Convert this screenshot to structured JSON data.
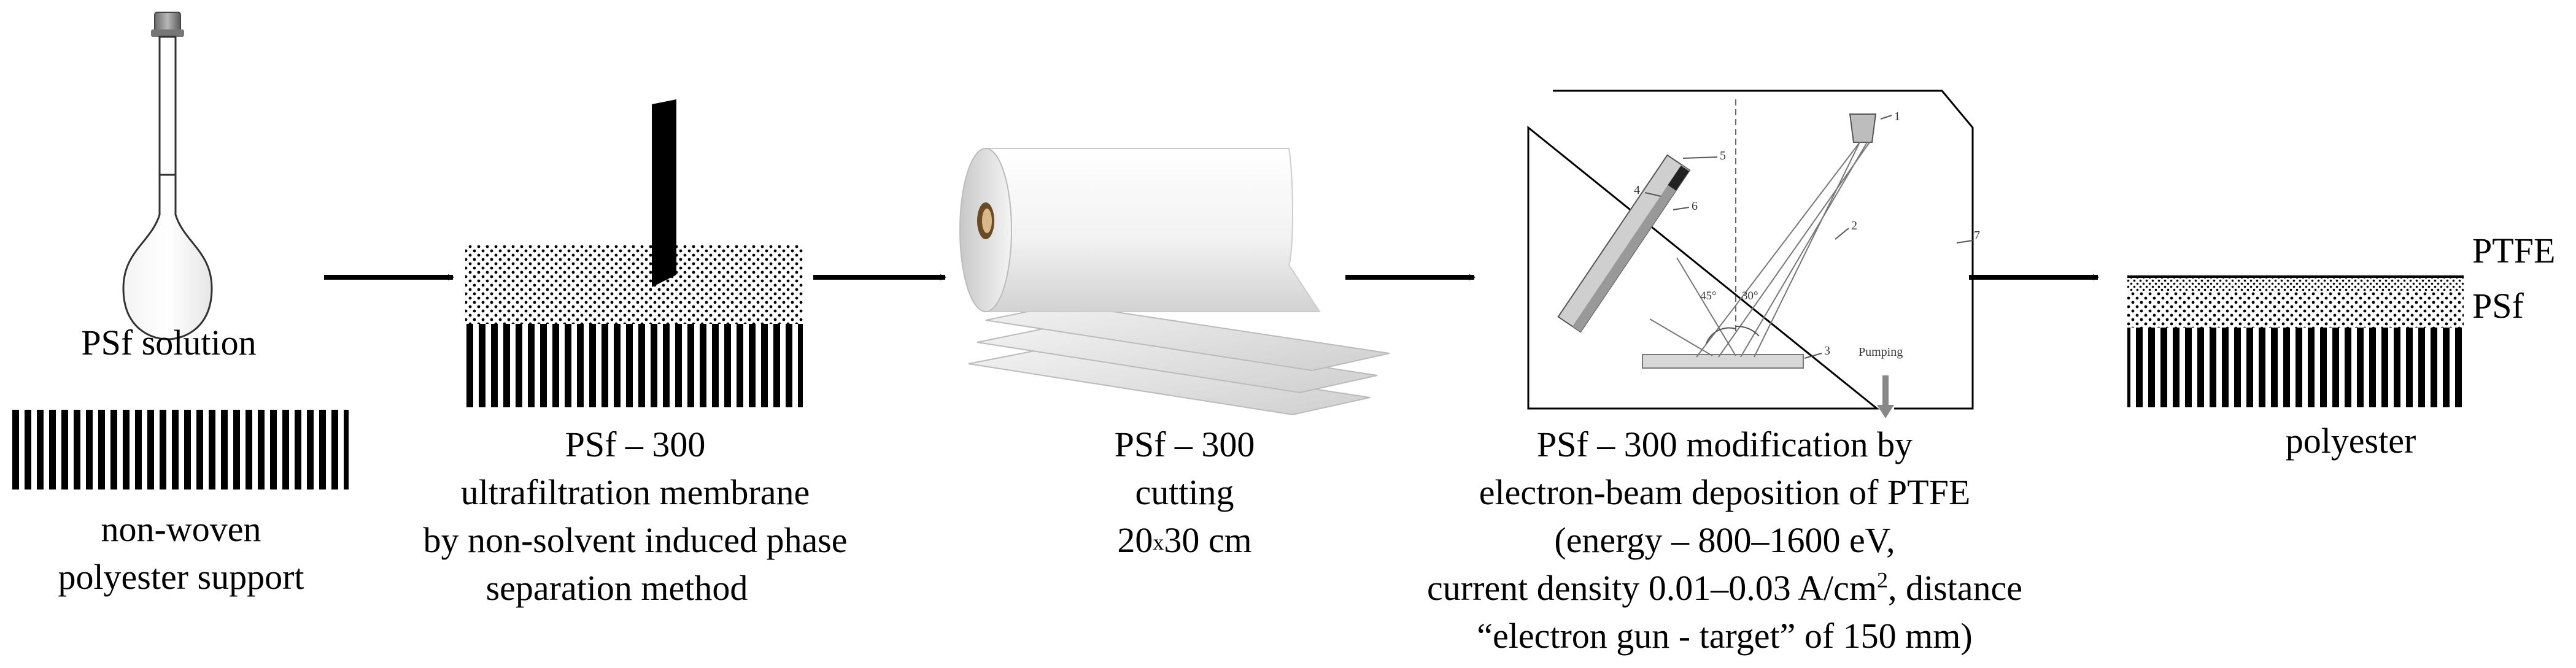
{
  "step1": {
    "solution_label": "PSf solution",
    "support_lines": [
      "non-woven",
      "polyester support"
    ]
  },
  "step2": {
    "lines": [
      "PSf – 300",
      "ultrafiltration membrane",
      "by non-solvent induced phase",
      "separation method"
    ]
  },
  "step3": {
    "line1": "PSf – 300",
    "line2": "cutting",
    "size_a": "20",
    "size_x": "x",
    "size_b": "30 cm"
  },
  "step4": {
    "line1": "PSf – 300 modification by",
    "line2": "electron-beam deposition of PTFE",
    "line3": "(energy –  800–1600 eV,",
    "line4_pre": "current density 0.01–0.03 A/cm",
    "line4_sup": "2",
    "line4_post": ", distance",
    "line5": "“electron gun - target” of 150 mm)",
    "inset": {
      "numbers": [
        "1",
        "2",
        "3",
        "4",
        "5",
        "6",
        "7"
      ],
      "angle_left": "45°",
      "angle_right": "30°",
      "pumping": "Pumping"
    }
  },
  "step5": {
    "layer_top": "PTFE",
    "layer_mid": "PSf",
    "base_label": "polyester"
  }
}
